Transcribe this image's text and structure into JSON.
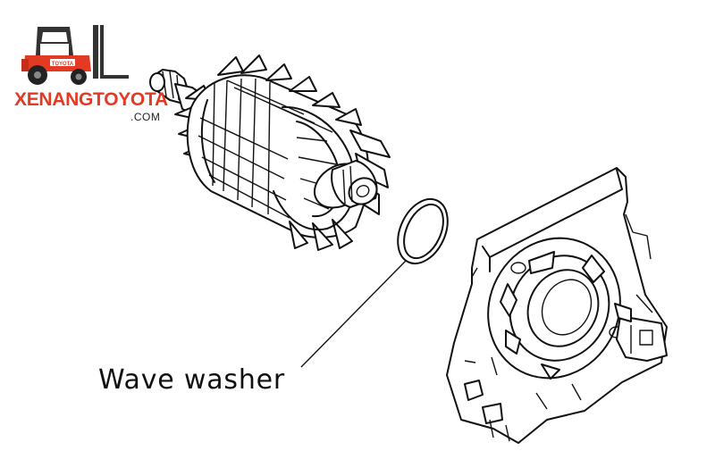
{
  "logo": {
    "brand": "XENANGTOYOTA",
    "domain": ".COM",
    "badge": "TOYOTA",
    "color": "#e33a24"
  },
  "callout": {
    "label": "Wave washer"
  }
}
